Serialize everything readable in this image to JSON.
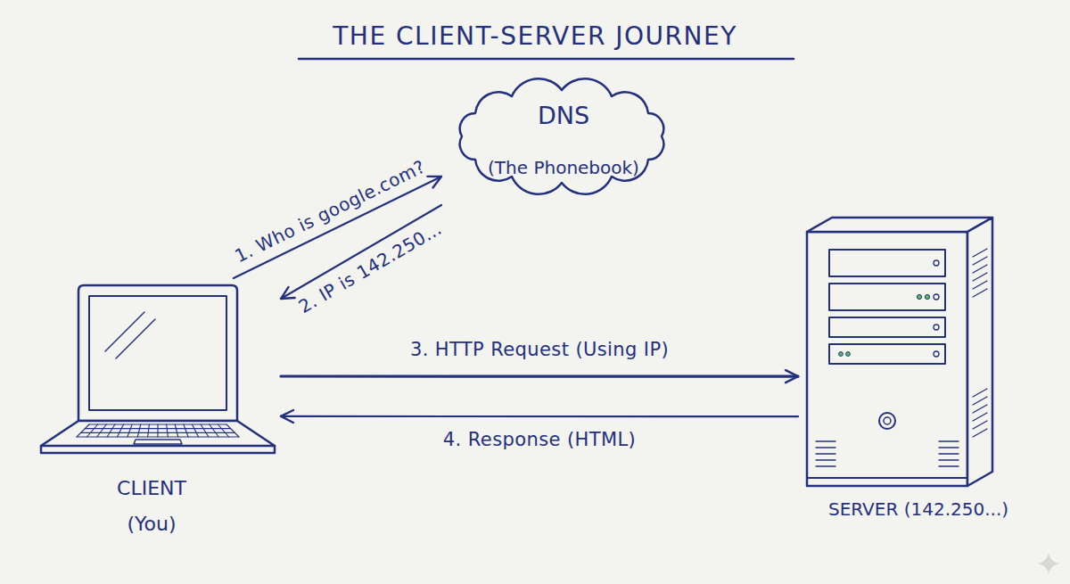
{
  "diagram": {
    "title": "THE CLIENT-SERVER JOURNEY",
    "nodes": [
      {
        "text": [
          "DNS",
          "(The Phonebook)"
        ]
      },
      {
        "text": [
          "CLIENT (You)"
        ]
      },
      {
        "text": [
          "SERVER (142.250...)"
        ]
      }
    ],
    "edges": [
      {
        "from": 1,
        "to": 0,
        "arrow": "to",
        "label": "1. Who is google.com?"
      },
      {
        "from": 0,
        "to": 1,
        "arrow": "to",
        "label": "2. IP is 142.250..."
      },
      {
        "from": 1,
        "to": 2,
        "arrow": "to",
        "label": "3. HTTP Request (Using IP)"
      },
      {
        "from": 2,
        "to": 1,
        "arrow": "to",
        "label": "4. Response (HTML)"
      }
    ]
  }
}
